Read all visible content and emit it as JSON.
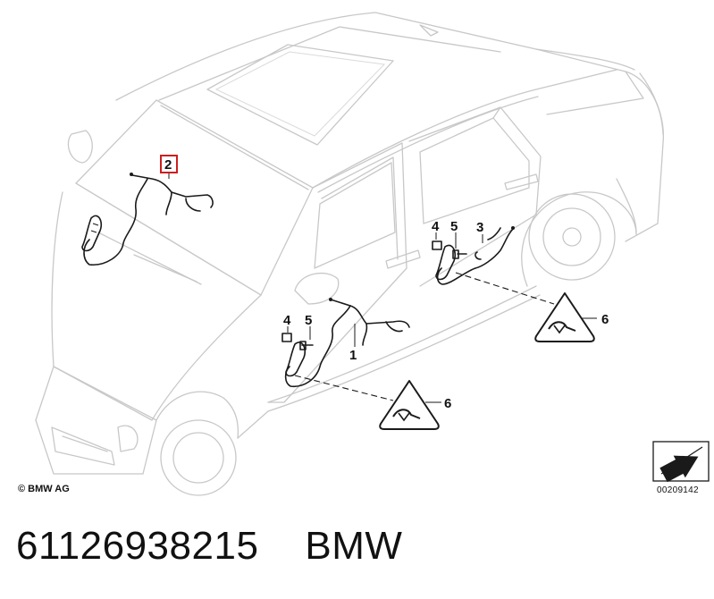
{
  "callouts": [
    {
      "id": "1",
      "label": "1"
    },
    {
      "id": "2",
      "label": "2",
      "highlighted": true
    },
    {
      "id": "3",
      "label": "3"
    },
    {
      "id": "4",
      "label": "4"
    },
    {
      "id": "5",
      "label": "5"
    },
    {
      "id": "6",
      "label": "6"
    }
  ],
  "copyright": "© BMW AG",
  "drawing_number": "00209142",
  "footer": {
    "part_number": "61126938215",
    "brand": "BMW"
  },
  "colors": {
    "highlight": "#cc1f1f",
    "outline": "#c8c8c8",
    "wire": "#1a1a1a"
  }
}
